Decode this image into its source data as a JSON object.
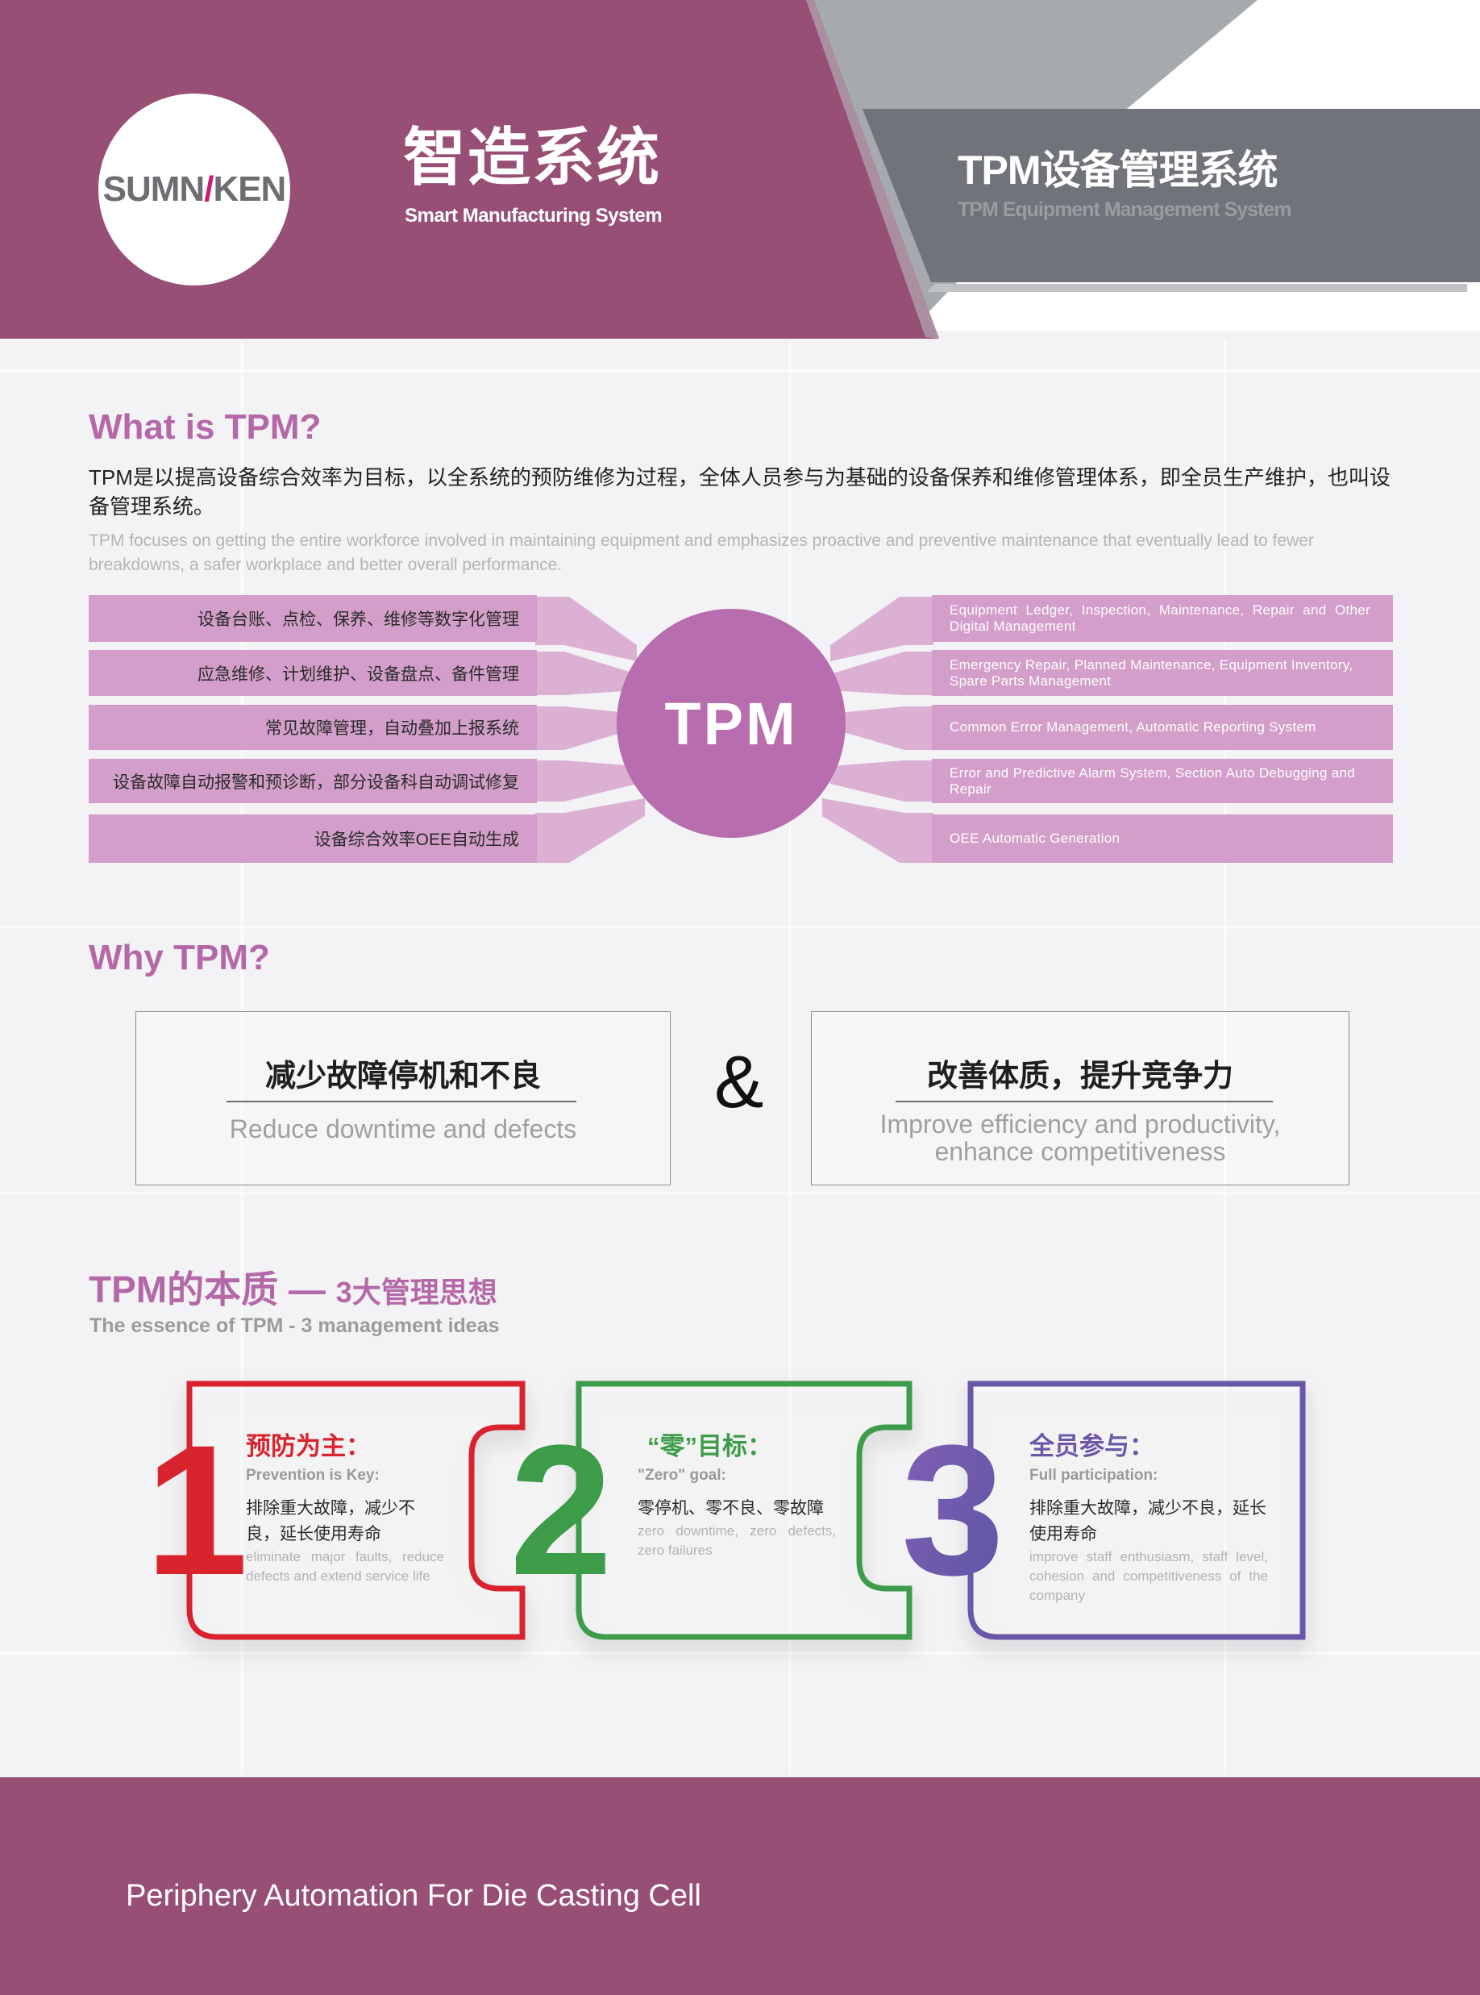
{
  "colors": {
    "header_plum": "#974f75",
    "header_gray": "#707379",
    "accent_pink": "#b568a8",
    "bar_pink": "#d39ec9",
    "red": "#d9232d",
    "green": "#3d9c48",
    "purple": "#6b57a8"
  },
  "header": {
    "logo": "SUMNIKEN",
    "title_cn": "智造系统",
    "title_en": "Smart Manufacturing System",
    "system_cn": "TPM设备管理系统",
    "system_en": "TPM Equipment Management System"
  },
  "what": {
    "heading": "What is TPM?",
    "desc_cn": "TPM是以提高设备综合效率为目标，以全系统的预防维修为过程，全体人员参与为基础的设备保养和维修管理体系，即全员生产维护，也叫设备管理系统。",
    "desc_en": "TPM focuses on getting the entire workforce involved in maintaining equipment and emphasizes proactive and preventive maintenance that eventually lead to fewer breakdowns, a safer workplace and better overall performance.",
    "hub_label": "TPM",
    "features": [
      {
        "cn": "设备台账、点检、保养、维修等数字化管理",
        "en": "Equipment Ledger, Inspection, Maintenance, Repair and Other Digital Management"
      },
      {
        "cn": "应急维修、计划维护、设备盘点、备件管理",
        "en": "Emergency Repair, Planned Maintenance, Equipment Inventory, Spare Parts Management"
      },
      {
        "cn": "常见故障管理，自动叠加上报系统",
        "en": "Common Error Management, Automatic Reporting System"
      },
      {
        "cn": "设备故障自动报警和预诊断，部分设备科自动调试修复",
        "en": "Error and Predictive Alarm System, Section Auto Debugging and Repair"
      },
      {
        "cn": "设备综合效率OEE自动生成",
        "en": "OEE Automatic Generation"
      }
    ]
  },
  "why": {
    "heading": "Why TPM?",
    "left_cn": "减少故障停机和不良",
    "left_en": "Reduce downtime and defects",
    "amp": "&",
    "right_cn": "改善体质，提升竞争力",
    "right_en_1": "Improve efficiency and productivity,",
    "right_en_2": "enhance competitiveness"
  },
  "essence": {
    "heading_main": "TPM的本质 — ",
    "heading_sub": "3大管理思想",
    "subheading": "The essence of TPM - 3 management ideas",
    "ideas": [
      {
        "num": "1",
        "title": "预防为主：",
        "subtitle": "Prevention is Key:",
        "desc_cn": "排除重大故障，减少不良，延长使用寿命",
        "desc_en": "eliminate major faults, reduce defects and extend service life"
      },
      {
        "num": "2",
        "title": "“零”目标：",
        "subtitle": "\"Zero\" goal:",
        "desc_cn": "零停机、零不良、零故障",
        "desc_en": "zero downtime, zero defects, zero failures"
      },
      {
        "num": "3",
        "title": "全员参与：",
        "subtitle": "Full participation:",
        "desc_cn": "排除重大故障，减少不良，延长使用寿命",
        "desc_en": "improve staff enthusiasm, staff level, cohesion and competitiveness of the company"
      }
    ]
  },
  "footer": {
    "text": "Periphery Automation For Die Casting Cell"
  }
}
